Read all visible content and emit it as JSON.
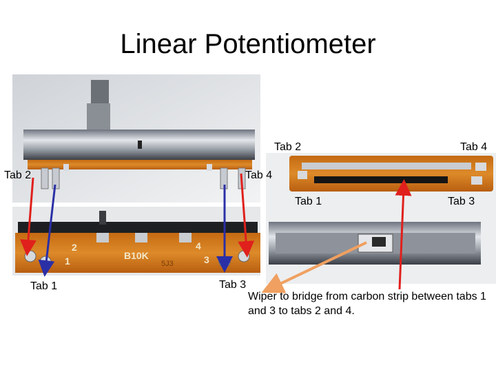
{
  "slide": {
    "title": "Linear Potentiometer",
    "labels": {
      "top_left_tab2": "Tab 2",
      "top_left_tab4": "Tab 4",
      "bottom_left_tab1": "Tab 1",
      "bottom_left_tab3": "Tab 3",
      "right_tab2": "Tab 2",
      "right_tab4": "Tab 4",
      "right_tab1": "Tab 1",
      "right_tab3": "Tab 3"
    },
    "pcb_marks": {
      "n2": "2",
      "n1": "1",
      "n4": "4",
      "n3": "3",
      "value": "B10K",
      "code": "5J3"
    },
    "note": "Wiper to bridge from carbon strip between tabs 1 and 3 to tabs 2 and 4."
  },
  "colors": {
    "arrow_red": "#e0201c",
    "arrow_blue": "#2b2fa6",
    "arrow_orange": "#f0a060",
    "pcb": "#d27a1c",
    "metal": "#b8bcc4"
  }
}
